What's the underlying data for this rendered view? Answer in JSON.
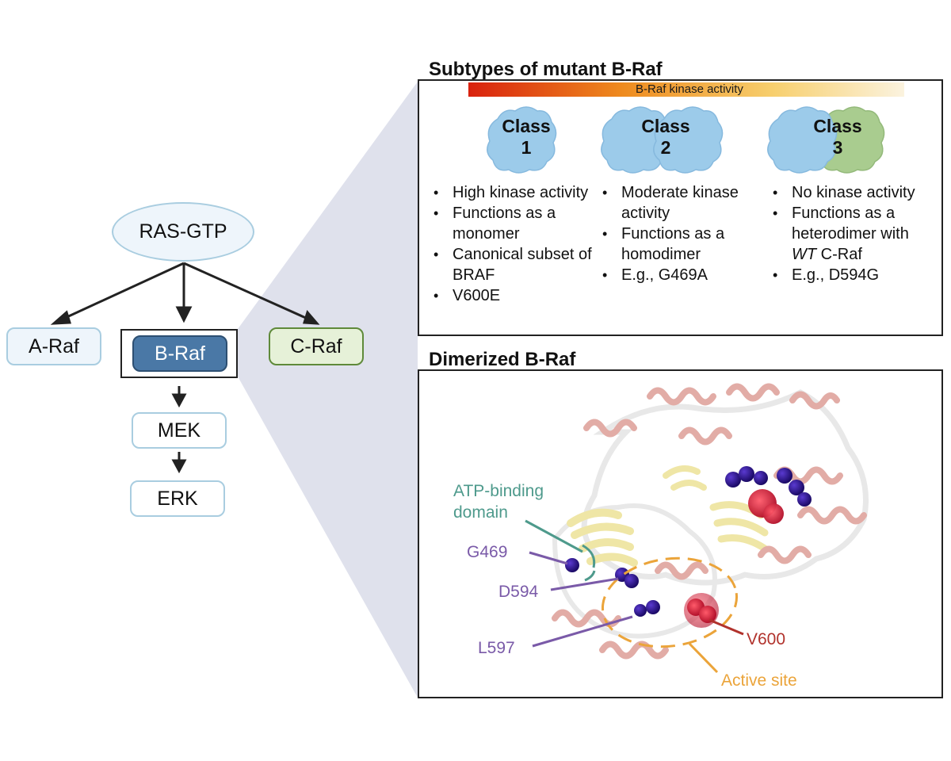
{
  "pathway": {
    "ras": "RAS-GTP",
    "araf": "A-Raf",
    "braf": "B-Raf",
    "craf": "C-Raf",
    "mek": "MEK",
    "erk": "ERK"
  },
  "subtypes": {
    "title": "Subtypes of mutant B-Raf",
    "gradient_label": "B-Raf kinase activity",
    "classes": [
      {
        "word": "Class",
        "number": "1",
        "bullets": [
          "High kinase activity",
          "Functions as a monomer",
          "Canonical subset of BRAF",
          "V600E"
        ]
      },
      {
        "word": "Class",
        "number": "2",
        "bullets": [
          "Moderate kinase activity",
          "Functions as a homodimer",
          "E.g., G469A"
        ]
      },
      {
        "word": "Class",
        "number": "3",
        "bullets": [
          "No kinase activity",
          "Functions as a heterodimer with",
          "E.g., D594G"
        ],
        "wt_italic": "WT",
        "wt_rest": " C-Raf"
      }
    ]
  },
  "dimer": {
    "title": "Dimerized B-Raf",
    "labels": {
      "atp": "ATP-binding",
      "atp2": "domain",
      "g469": "G469",
      "d594": "D594",
      "l597": "L597",
      "v600": "V600",
      "active": "Active site"
    }
  },
  "colors": {
    "braf_blue": "#4a78a6",
    "raf_light_fill": "#eef5fb",
    "raf_light_border": "#a9cde0",
    "craf_fill": "#e6f1d8",
    "craf_border": "#5f8a3a",
    "protein_blue": "#9ccbea",
    "protein_green": "#a9cc8f",
    "atp_teal": "#4e9a8c",
    "purple": "#7a5aa8",
    "red": "#b1322c",
    "orange": "#eba43a",
    "zoom_fill": "#dfe1ec"
  }
}
